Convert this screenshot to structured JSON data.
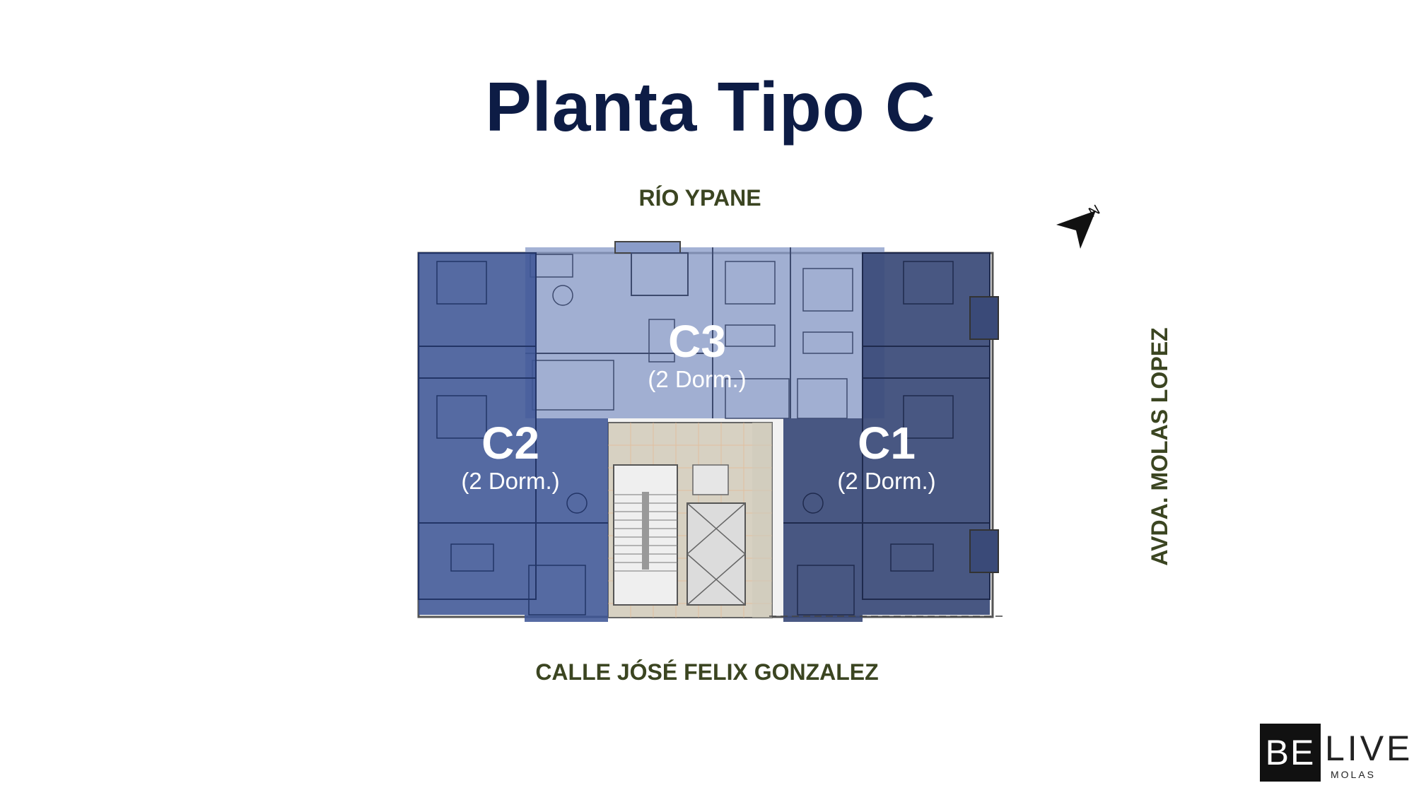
{
  "title": "Planta Tipo C",
  "streets": {
    "top": "RÍO YPANE",
    "bottom": "CALLE JÓSÉ FELIX GONZALEZ",
    "right": "AVDA. MOLAS LOPEZ"
  },
  "units": {
    "c1": {
      "code": "C1",
      "rooms": "(2 Dorm.)"
    },
    "c2": {
      "code": "C2",
      "rooms": "(2 Dorm.)"
    },
    "c3": {
      "code": "C3",
      "rooms": "(2 Dorm.)"
    }
  },
  "compass": {
    "label": "N"
  },
  "logo": {
    "be": "BE",
    "live": "LIVE",
    "sub": "MOLAS"
  },
  "colors": {
    "title": "#0d1c45",
    "street": "#3b4521",
    "unit_c1": "#3a4a78",
    "unit_c2": "#3f5796",
    "unit_c3": "#8a9cc9",
    "core": "#c9c3b3"
  }
}
